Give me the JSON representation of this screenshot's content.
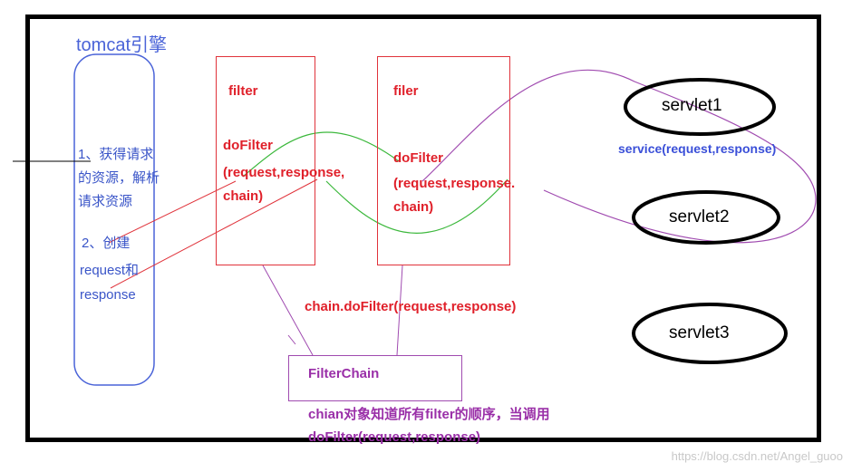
{
  "tomcat": {
    "title": "tomcat引擎",
    "step1_line1": "1、获得请求",
    "step1_line2": "的资源，解析",
    "step1_line3": "请求资源",
    "step2_line1": "2、创建",
    "step2_line2": "request和",
    "step2_line3": "response"
  },
  "filter1": {
    "name": "filter",
    "method_line1": "doFilter",
    "method_line2": "(request,response,",
    "method_line3": "chain)"
  },
  "filter2": {
    "name": "filer",
    "method_line1": "doFilter",
    "method_line2": "(request,response.",
    "method_line3": "chain)"
  },
  "chain_call": "chain.doFilter(request,response)",
  "filter_chain": {
    "label": "FilterChain",
    "note_line1": "chian对象知道所有filter的顺序，当调用",
    "note_line2": "doFilter(request,response)"
  },
  "servlets": {
    "servlet1": "servlet1",
    "servlet2": "servlet2",
    "servlet3": "servlet3",
    "service_call": "service(request,response)"
  },
  "watermark": "https://blog.csdn.net/Angel_guoo",
  "colors": {
    "tomcat_blue": "#4a63d8",
    "filter_red": "#e0323a",
    "chain_purple": "#a04bb0",
    "flow_green": "#3cb83c",
    "service_blue": "#3a4fd8"
  }
}
